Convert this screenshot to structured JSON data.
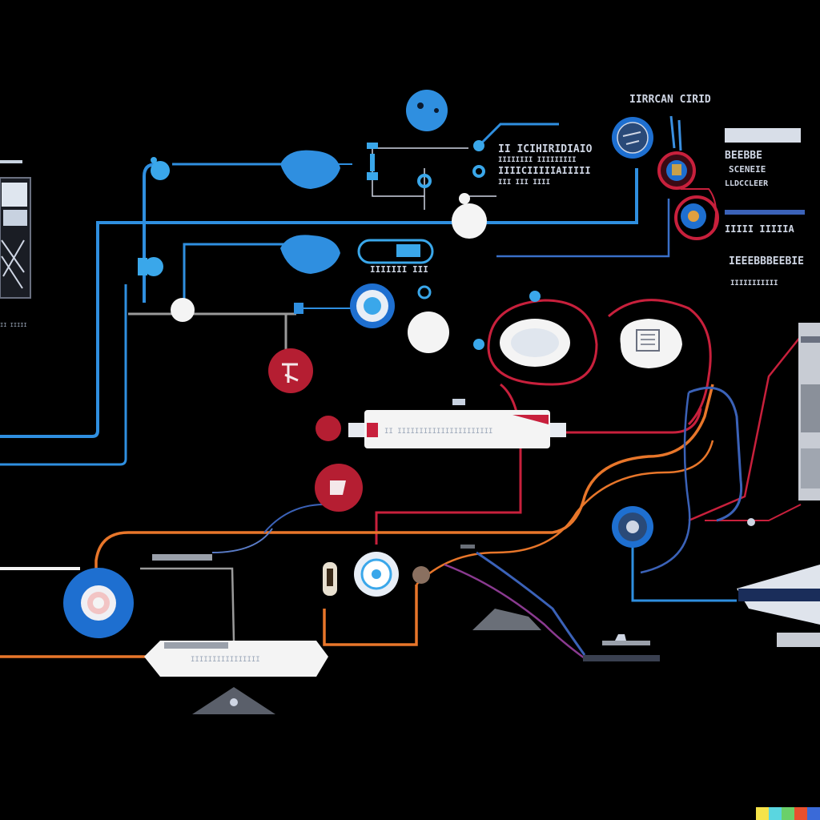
{
  "diagram": {
    "colors": {
      "background": "#000000",
      "blue_wire": "#2f8fe0",
      "red_wire": "#c8203c",
      "orange_wire": "#e8762a",
      "navy_wire": "#3b62b8",
      "gray_wire": "#9a9a9a",
      "node_blue": "#1e6fd0",
      "node_red": "#b51e32",
      "node_white": "#f4f4f4",
      "light_blue": "#3aa7ea"
    },
    "labels": {
      "top_right_header": "IIRRCAN CIRID",
      "block_a_line1": "II ICIHIRIDIAIO",
      "block_a_line2": "IIIIIIII IIIIIIIII",
      "block_a_line3": "IIIICIIIIIAIIIII",
      "block_a_line4": "III III IIII",
      "panel_line1": "BEEBBE",
      "panel_line2": "SCENEIE",
      "panel_line3": "LLDCCLEER",
      "panel_line4": "IIIII IIIIIA",
      "panel_line5": "IEEEBBBEEBIE",
      "panel_line6": "IIIIIIIIIII",
      "mid_label": "IIIIIII III",
      "tube_label": "II IIIIIIIIIIIIIIIIIIIIII",
      "bottom_bar_label": "IIIIIIIIIIIIIIII",
      "left_panel_label": "II IIIII"
    }
  }
}
